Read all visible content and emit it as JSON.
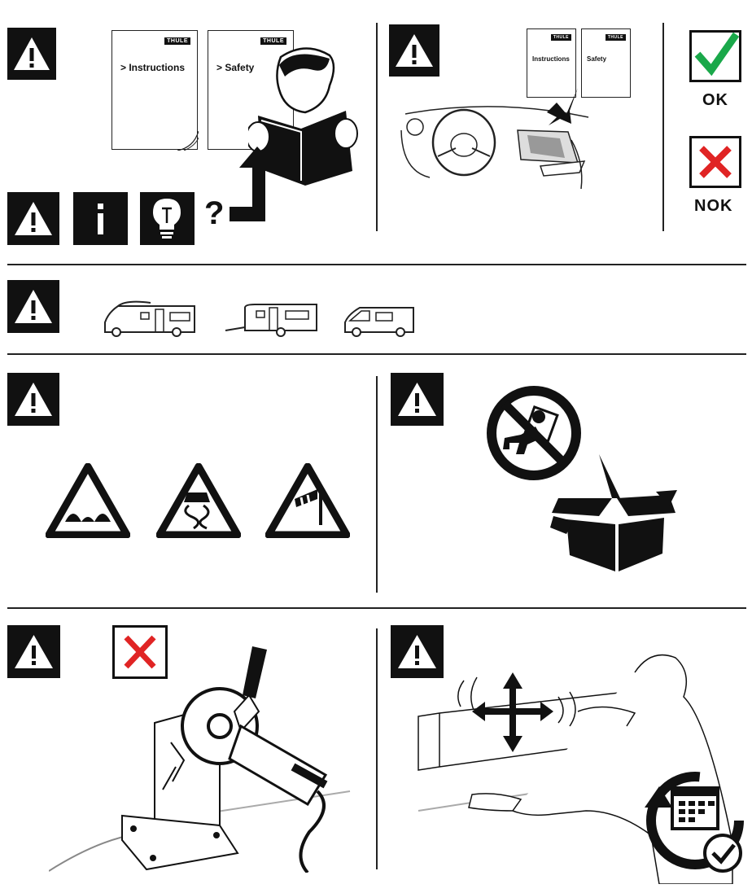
{
  "docs": {
    "instructions_label": "> Instructions",
    "safety_label": "> Safety",
    "brand": "THULE",
    "instructions_small": "Instructions",
    "safety_small": "Safety"
  },
  "status": {
    "ok_label": "OK",
    "nok_label": "NOK"
  },
  "misc": {
    "question_mark": "?"
  },
  "icons": [
    "warning-icon",
    "info-icon",
    "lightbulb-icon",
    "checkmark-icon",
    "cross-icon",
    "motorhome-icon",
    "caravan-icon",
    "van-icon",
    "uneven-road-sign-icon",
    "slippery-road-sign-icon",
    "crosswind-sign-icon",
    "no-children-icon",
    "box-icon",
    "angle-grinder-icon",
    "calendar-check-icon"
  ],
  "colors": {
    "ok_green": "#1aa84a",
    "nok_red": "#e02424",
    "ink": "#111111"
  }
}
